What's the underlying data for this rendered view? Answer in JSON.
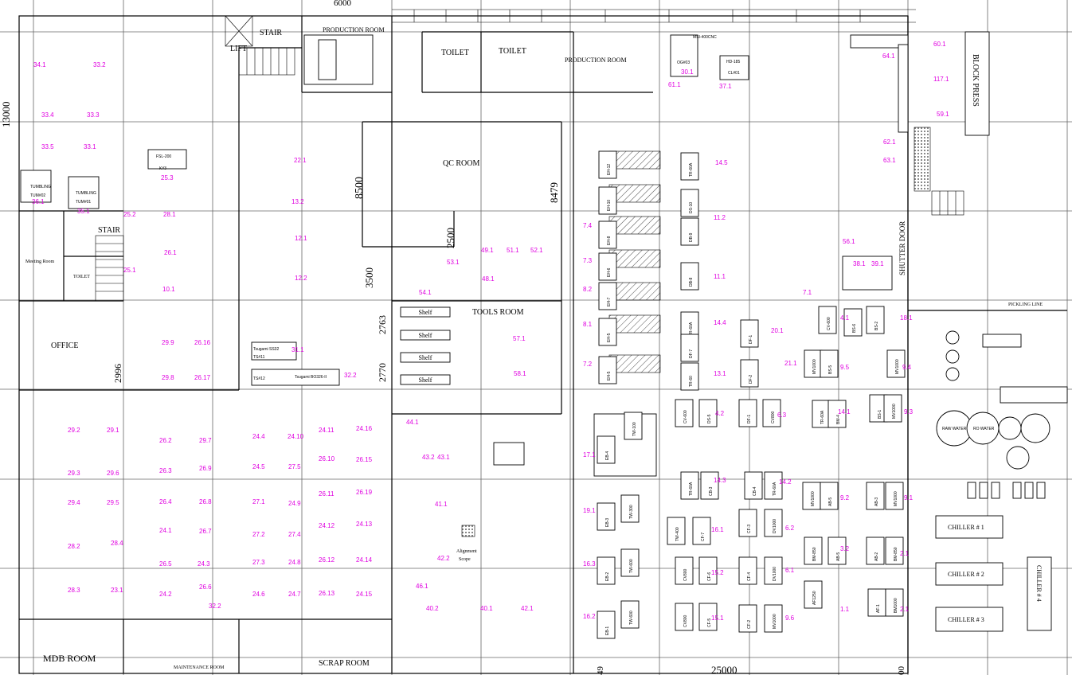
{
  "dimensions": {
    "top": "6000",
    "left": "13000",
    "qc_height": "8500",
    "qc_right": "8479",
    "b1": "2500",
    "b2": "3500",
    "b3": "2763",
    "b4": "2770",
    "office_dim": "2996",
    "bottom": "25000",
    "bottom_left": "49",
    "bottom_right": "00"
  },
  "rooms": {
    "stair1": "STAIR",
    "lift": "LIFT",
    "production1": "PRODUCTION ROOM",
    "toilet1": "TOILET",
    "toilet2": "TOILET",
    "production2": "PRODUCTION ROOM",
    "qc": "QC ROOM",
    "tools": "TOOLS ROOM",
    "stair2": "STAIR",
    "meeting": "Meeting Room",
    "toilet3": "TOILET",
    "office": "OFFICE",
    "mdb": "MDB ROOM",
    "maintenance": "MAINTENANCE ROOM",
    "scrap": "SCRAP ROOM",
    "shutter": "SHUTTER DOOR",
    "block_press": "BLOCK PRESS",
    "chiller1": "CHILLER # 1",
    "chiller2": "CHILLER # 2",
    "chiller3": "CHILLER # 3",
    "chiller4": "CHILLER # 4",
    "alignment": "Alignment",
    "scope": "Scope",
    "pickling": "PICKLING LINE"
  },
  "shelves": [
    "Shelf",
    "Shelf",
    "Shelf",
    "Shelf"
  ],
  "machine_text": {
    "msi": "MSI-400CNC",
    "hd185": "HD-185",
    "cl01": "CL#01",
    "og03": "OG#03",
    "fsl200": "FSL-200",
    "k3": "K#3",
    "ts11": "TS#11",
    "ts12": "TS#12",
    "tsugami1": "Tsugami  SS32",
    "tsugami2": "Tsugami  BO326-II",
    "tumbling1": "TUMBLING",
    "tum2": "TUM#02",
    "tum1": "TUM#01",
    "raw_water": "RAW WATER",
    "ro_water": "RO WATER"
  },
  "labels": [
    [
      "34.1",
      42,
      84
    ],
    [
      "33.2",
      117,
      84
    ],
    [
      "33.4",
      52,
      147
    ],
    [
      "33.3",
      109,
      147
    ],
    [
      "33.5",
      52,
      187
    ],
    [
      "33.1",
      105,
      187
    ],
    [
      "36.1",
      40,
      256
    ],
    [
      "35.1",
      97,
      268
    ],
    [
      "25.3",
      202,
      226
    ],
    [
      "22.1",
      369,
      204
    ],
    [
      "13.2",
      366,
      256
    ],
    [
      "12.1",
      370,
      302
    ],
    [
      "12.2",
      370,
      352
    ],
    [
      "25.2",
      155,
      272
    ],
    [
      "28.1",
      205,
      272
    ],
    [
      "26.1",
      206,
      320
    ],
    [
      "25.1",
      155,
      342
    ],
    [
      "10.1",
      204,
      366
    ],
    [
      "29.9",
      203,
      433
    ],
    [
      "26.16",
      244,
      433
    ],
    [
      "29.8",
      203,
      477
    ],
    [
      "26.17",
      244,
      477
    ],
    [
      "31.1",
      366,
      442
    ],
    [
      "32.2",
      432,
      474
    ],
    [
      "64.1",
      1108,
      73
    ],
    [
      "60.1",
      1172,
      58
    ],
    [
      "117.1",
      1172,
      102
    ],
    [
      "59.1",
      1176,
      146
    ],
    [
      "62.1",
      1109,
      181
    ],
    [
      "63.1",
      1109,
      204
    ],
    [
      "61.1",
      839,
      109
    ],
    [
      "30.1",
      855,
      93
    ],
    [
      "37.1",
      903,
      111
    ],
    [
      "14.5",
      898,
      207
    ],
    [
      "11.2",
      896,
      276
    ],
    [
      "11.1",
      896,
      350
    ],
    [
      "14.4",
      896,
      408
    ],
    [
      "13.1",
      896,
      472
    ],
    [
      "7.4",
      732,
      286
    ],
    [
      "7.3",
      732,
      330
    ],
    [
      "8.2",
      732,
      366
    ],
    [
      "8.1",
      732,
      410
    ],
    [
      "7.2",
      732,
      460
    ],
    [
      "7.1",
      1008,
      370
    ],
    [
      "20.1",
      968,
      418
    ],
    [
      "21.1",
      985,
      459
    ],
    [
      "4.1",
      1055,
      402
    ],
    [
      "9.5",
      1055,
      464
    ],
    [
      "9.4",
      1133,
      464
    ],
    [
      "18.1",
      1130,
      402
    ],
    [
      "56.1",
      1058,
      306
    ],
    [
      "38.1",
      1071,
      334
    ],
    [
      "39.1",
      1094,
      334
    ],
    [
      "49.1",
      604,
      317
    ],
    [
      "51.1",
      636,
      317
    ],
    [
      "52.1",
      666,
      317
    ],
    [
      "53.1",
      561,
      332
    ],
    [
      "48.1",
      605,
      353
    ],
    [
      "54.1",
      526,
      370
    ],
    [
      "57.1",
      644,
      428
    ],
    [
      "58.1",
      645,
      472
    ],
    [
      "44.1",
      510,
      533
    ],
    [
      "43.2",
      530,
      577
    ],
    [
      "43.1",
      549,
      577
    ],
    [
      "41.1",
      546,
      636
    ],
    [
      "42.2",
      549,
      704
    ],
    [
      "46.1",
      522,
      739
    ],
    [
      "40.2",
      535,
      767
    ],
    [
      "40.1",
      603,
      767
    ],
    [
      "42.1",
      654,
      767
    ],
    [
      "17.1",
      732,
      574
    ],
    [
      "19.1",
      732,
      644
    ],
    [
      "16.3",
      732,
      711
    ],
    [
      "16.2",
      732,
      777
    ],
    [
      "4.2",
      898,
      522
    ],
    [
      "6.3",
      976,
      524
    ],
    [
      "14.1",
      1052,
      520
    ],
    [
      "9.3",
      1135,
      520
    ],
    [
      "14.3",
      896,
      606
    ],
    [
      "14.2",
      978,
      608
    ],
    [
      "9.2",
      1055,
      628
    ],
    [
      "9.1",
      1135,
      628
    ],
    [
      "16.1",
      893,
      668
    ],
    [
      "6.2",
      986,
      666
    ],
    [
      "3.2",
      1055,
      692
    ],
    [
      "2.1",
      1130,
      698
    ],
    [
      "15.2",
      893,
      722
    ],
    [
      "6.1",
      986,
      719
    ],
    [
      "15.1",
      893,
      779
    ],
    [
      "9.6",
      986,
      779
    ],
    [
      "1.1",
      1055,
      768
    ],
    [
      "2.1",
      1130,
      768
    ],
    [
      "29.2",
      85,
      543
    ],
    [
      "29.1",
      134,
      543
    ],
    [
      "29.3",
      85,
      597
    ],
    [
      "29.6",
      134,
      597
    ],
    [
      "29.4",
      85,
      634
    ],
    [
      "29.5",
      134,
      634
    ],
    [
      "28.2",
      85,
      689
    ],
    [
      "28.4",
      139,
      685
    ],
    [
      "28.3",
      85,
      744
    ],
    [
      "23.1",
      139,
      744
    ],
    [
      "26.2",
      200,
      556
    ],
    [
      "29.7",
      250,
      556
    ],
    [
      "26.3",
      200,
      594
    ],
    [
      "26.9",
      250,
      591
    ],
    [
      "26.4",
      200,
      633
    ],
    [
      "26.8",
      250,
      633
    ],
    [
      "24.1",
      200,
      669
    ],
    [
      "26.7",
      250,
      670
    ],
    [
      "26.5",
      200,
      711
    ],
    [
      "24.3",
      248,
      711
    ],
    [
      "24.2",
      200,
      749
    ],
    [
      "26.6",
      250,
      740
    ],
    [
      "32.2",
      262,
      764
    ],
    [
      "24.4",
      317,
      551
    ],
    [
      "24.10",
      361,
      551
    ],
    [
      "24.5",
      317,
      589
    ],
    [
      "27.5",
      362,
      589
    ],
    [
      "27.1",
      317,
      633
    ],
    [
      "24.9",
      362,
      635
    ],
    [
      "27.2",
      317,
      674
    ],
    [
      "27.4",
      362,
      674
    ],
    [
      "27.3",
      317,
      709
    ],
    [
      "24.8",
      362,
      709
    ],
    [
      "24.6",
      317,
      749
    ],
    [
      "24.7",
      362,
      749
    ],
    [
      "24.11",
      400,
      543
    ],
    [
      "24.16",
      447,
      541
    ],
    [
      "26.10",
      400,
      579
    ],
    [
      "26.15",
      447,
      580
    ],
    [
      "26.11",
      400,
      623
    ],
    [
      "26.19",
      447,
      621
    ],
    [
      "24.12",
      400,
      663
    ],
    [
      "24.13",
      447,
      661
    ],
    [
      "26.12",
      400,
      706
    ],
    [
      "24.14",
      447,
      706
    ],
    [
      "26.13",
      400,
      748
    ],
    [
      "24.15",
      447,
      749
    ]
  ],
  "machines": [
    [
      "EH-12",
      752,
      190
    ],
    [
      "EH-10",
      752,
      235
    ],
    [
      "EH-8",
      752,
      278
    ],
    [
      "EH-6",
      752,
      318
    ],
    [
      "EH-7",
      752,
      355
    ],
    [
      "EH-5",
      752,
      400
    ],
    [
      "EH-5",
      752,
      448
    ],
    [
      "TR-60A",
      855,
      192
    ],
    [
      "DS-10",
      855,
      238
    ],
    [
      "DB-9",
      855,
      274
    ],
    [
      "DB-8",
      855,
      330
    ],
    [
      "TR-60A",
      855,
      392
    ],
    [
      "DF-7",
      855,
      420
    ],
    [
      "TR-60",
      855,
      456
    ],
    [
      "DF-1",
      930,
      402
    ],
    [
      "DF-2",
      930,
      452
    ],
    [
      "CV-600",
      1028,
      385
    ],
    [
      "BS-6",
      1060,
      388
    ],
    [
      "MV1000",
      1010,
      440
    ],
    [
      "BS-5",
      1030,
      440
    ],
    [
      "BS-2",
      1088,
      385
    ],
    [
      "MV1000",
      1114,
      440
    ],
    [
      "CV-600",
      848,
      502
    ],
    [
      "DS-5",
      878,
      502
    ],
    [
      "DF-1",
      928,
      502
    ],
    [
      "CV800",
      958,
      502
    ],
    [
      "TR-60A",
      1020,
      503
    ],
    [
      "BM-4",
      1040,
      503
    ],
    [
      "BS-1",
      1092,
      496
    ],
    [
      "MV1000",
      1110,
      496
    ],
    [
      "TW-100",
      784,
      518
    ],
    [
      "EB-4",
      750,
      548
    ],
    [
      "TR-60A",
      855,
      593
    ],
    [
      "CB-3",
      880,
      593
    ],
    [
      "CB-4",
      935,
      593
    ],
    [
      "TR-60A",
      960,
      593
    ],
    [
      "MV1000",
      1008,
      606
    ],
    [
      "AB-5",
      1030,
      606
    ],
    [
      "AB-3",
      1088,
      606
    ],
    [
      "MV1000",
      1112,
      606
    ],
    [
      "TW-300",
      780,
      622
    ],
    [
      "EB-3",
      750,
      632
    ],
    [
      "TW-400",
      838,
      650
    ],
    [
      "CF-7",
      870,
      650
    ],
    [
      "CF-3",
      928,
      640
    ],
    [
      "DV1000",
      960,
      640
    ],
    [
      "BM-850",
      1010,
      675
    ],
    [
      "AB-5",
      1040,
      675
    ],
    [
      "AB-2",
      1088,
      675
    ],
    [
      "BM-850",
      1112,
      675
    ],
    [
      "TW-600",
      780,
      690
    ],
    [
      "EB-2",
      750,
      700
    ],
    [
      "CV800",
      848,
      700
    ],
    [
      "CF-6",
      878,
      700
    ],
    [
      "CF-4",
      928,
      700
    ],
    [
      "DV1000",
      960,
      700
    ],
    [
      "TW-600",
      780,
      755
    ],
    [
      "EB-1",
      750,
      768
    ],
    [
      "CV800",
      848,
      758
    ],
    [
      "CF-5",
      878,
      758
    ],
    [
      "CF-2",
      928,
      760
    ],
    [
      "MV1000",
      960,
      760
    ],
    [
      "AF1250",
      1010,
      730
    ],
    [
      "AF-1",
      1090,
      740
    ],
    [
      "BM1000",
      1112,
      740
    ]
  ]
}
